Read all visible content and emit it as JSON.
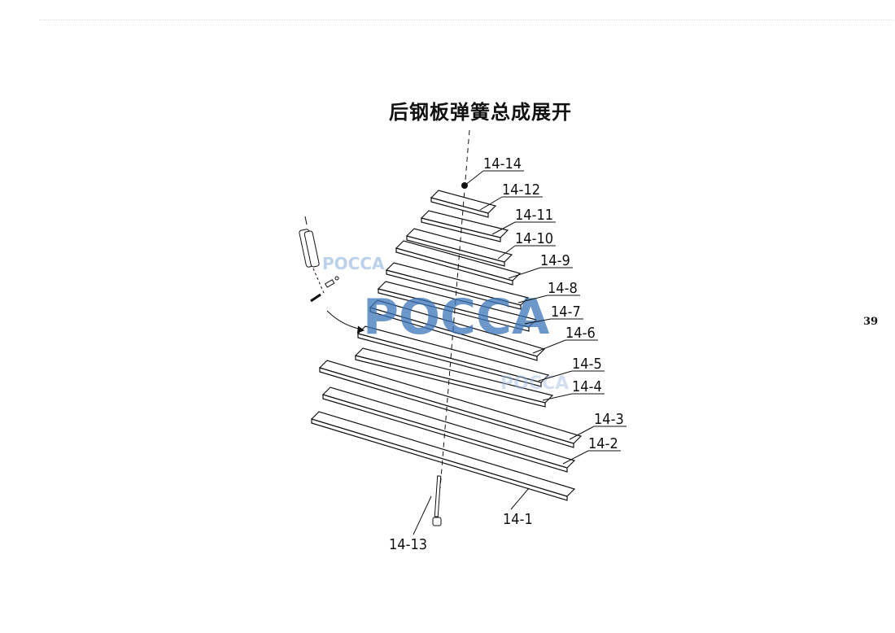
{
  "title": "后钢板弹簧总成展开",
  "page_number": "39",
  "watermark": "POCCA",
  "parts": [
    {
      "id": "14-14"
    },
    {
      "id": "14-12"
    },
    {
      "id": "14-11"
    },
    {
      "id": "14-10"
    },
    {
      "id": "14-9"
    },
    {
      "id": "14-8"
    },
    {
      "id": "14-7"
    },
    {
      "id": "14-6"
    },
    {
      "id": "14-5"
    },
    {
      "id": "14-4"
    },
    {
      "id": "14-3"
    },
    {
      "id": "14-2"
    },
    {
      "id": "14-1"
    },
    {
      "id": "14-13"
    }
  ]
}
